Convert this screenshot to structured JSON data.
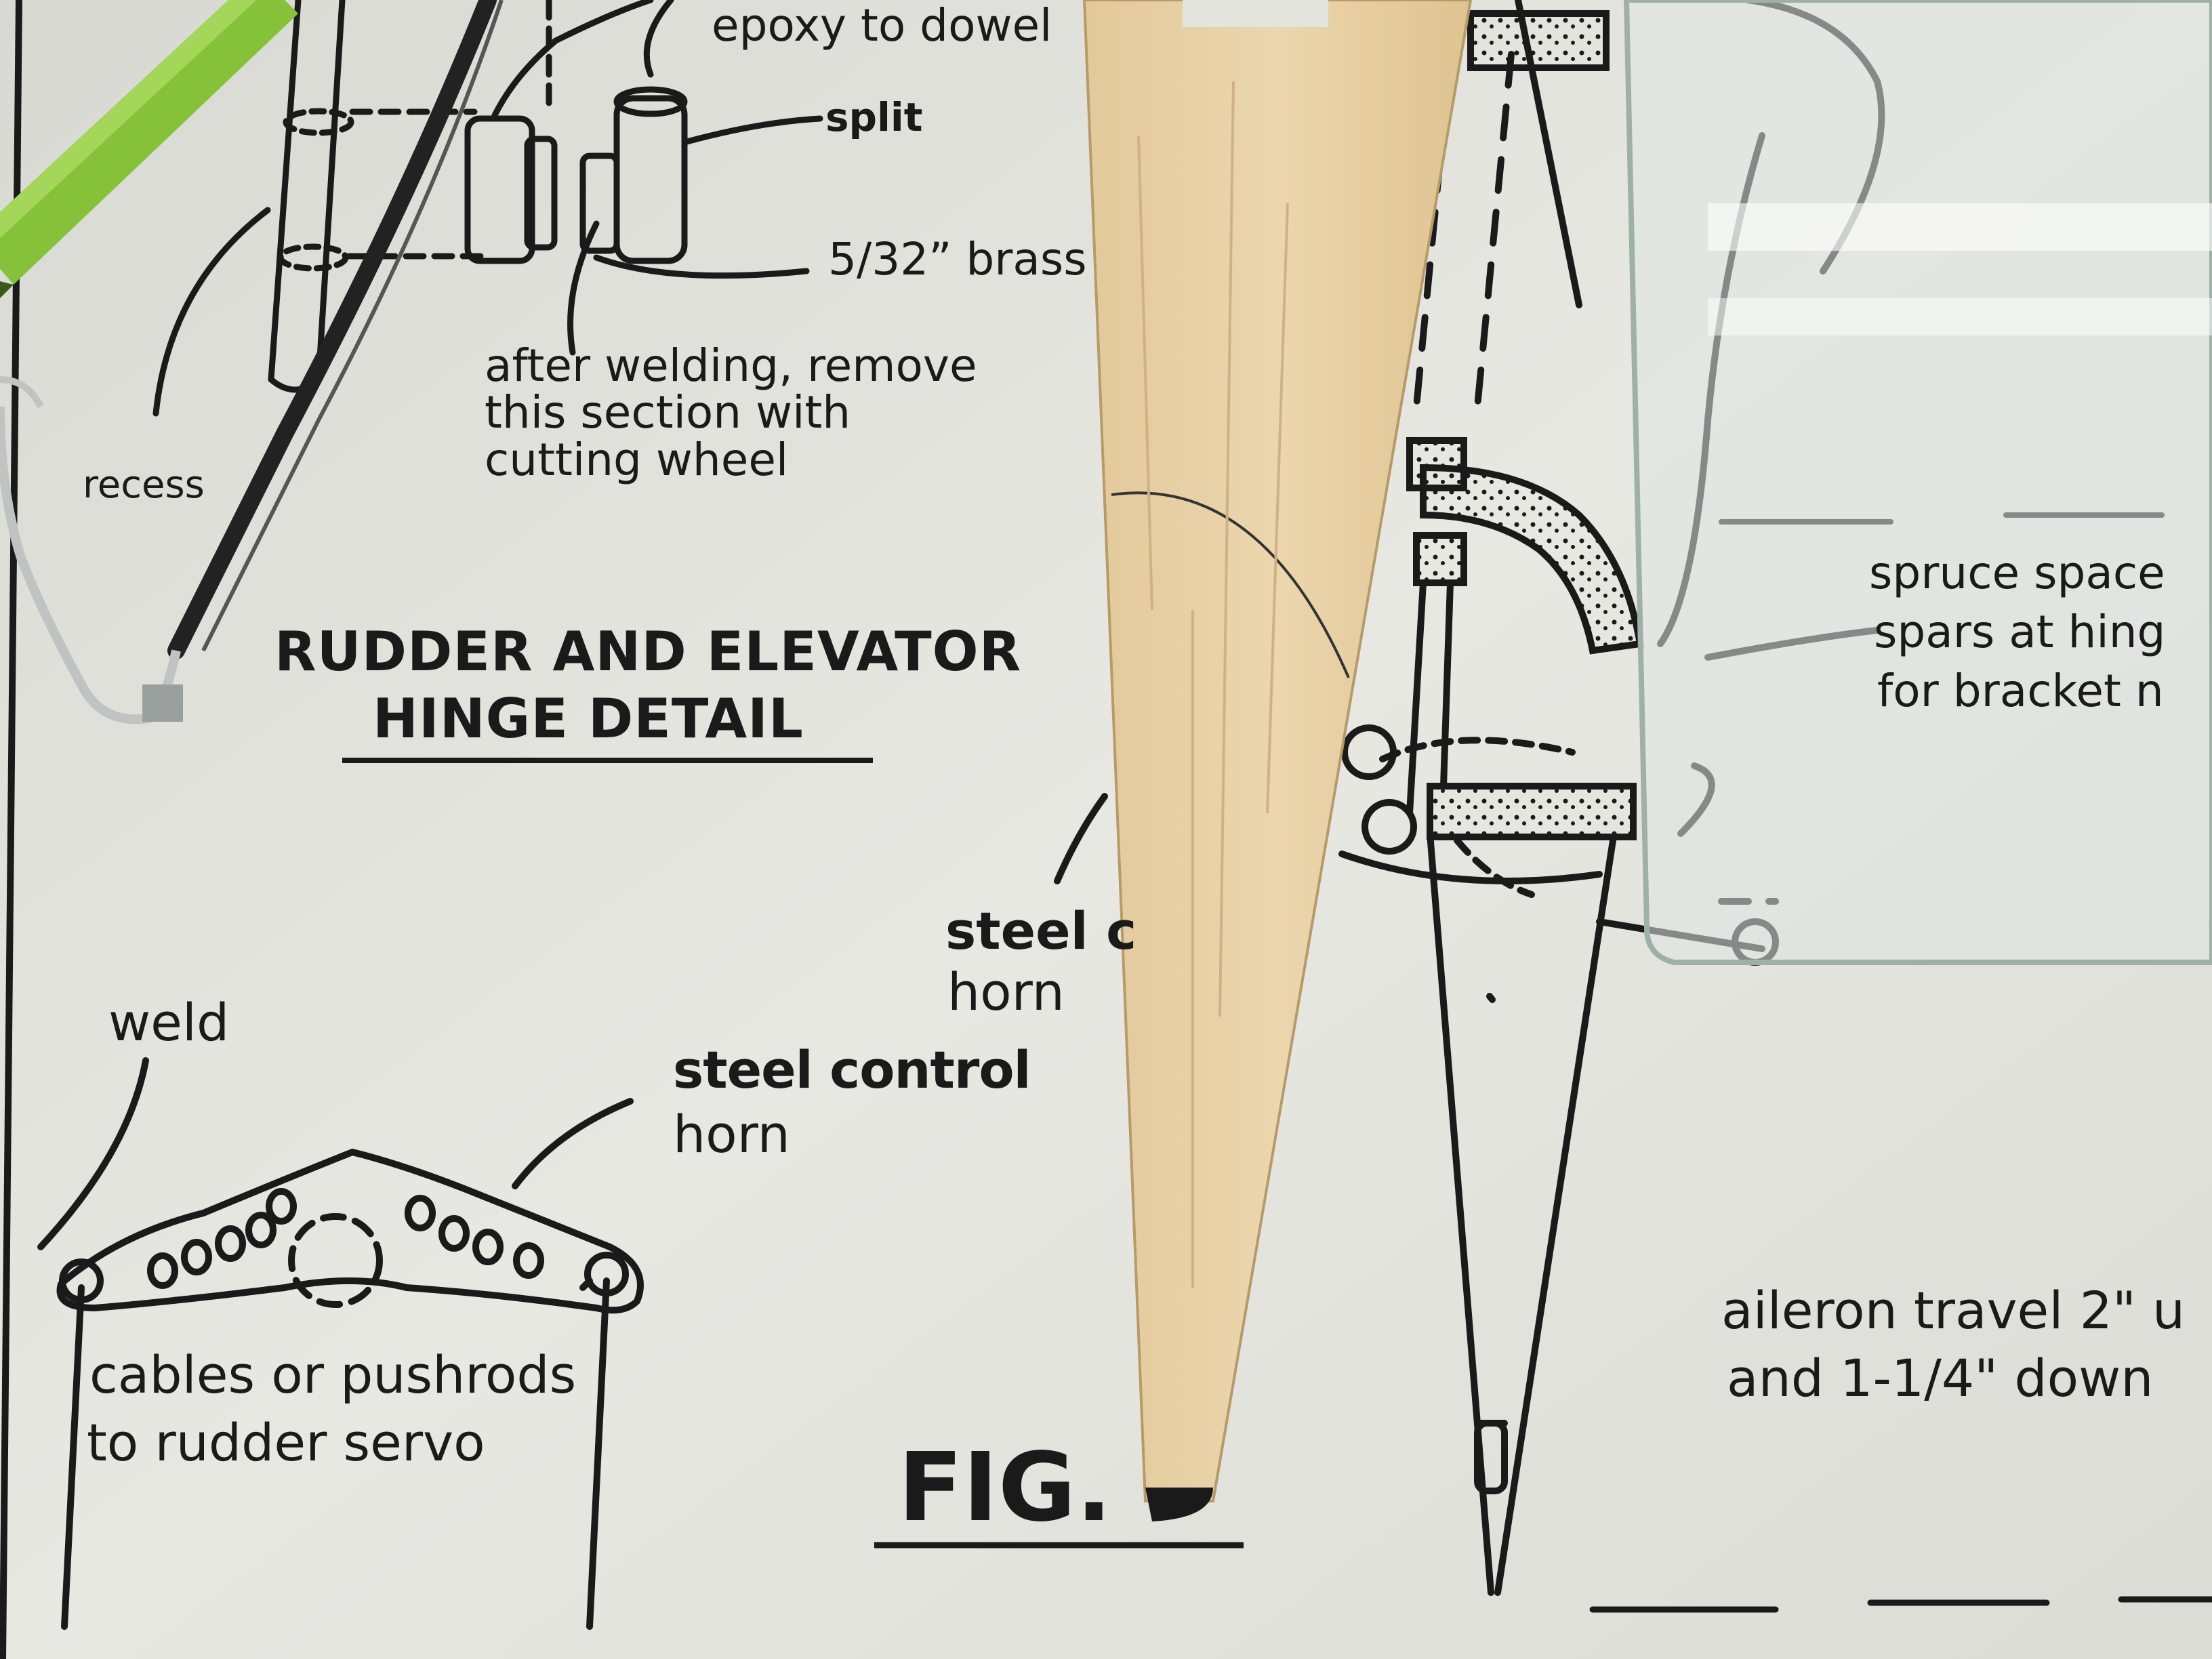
{
  "hinge_detail": {
    "top_label": "epoxy to dowel",
    "split": "split",
    "brass": "5/32” brass",
    "after_welding": [
      "after welding, remove",
      "this section with",
      "cutting wheel"
    ],
    "recess": "recess",
    "title": [
      "RUDDER AND ELEVATOR",
      "HINGE DETAIL"
    ]
  },
  "control_horn": {
    "weld": "weld",
    "horn_label": [
      "steel control",
      "horn"
    ],
    "cables": [
      "cables or pushrods",
      "to rudder servo"
    ],
    "partial_label": [
      "steel c",
      "horn"
    ]
  },
  "figure": {
    "label": "FIG."
  },
  "right_panel": {
    "spruce": [
      "spruce space",
      "spars at hing",
      "for bracket n"
    ],
    "aileron": [
      "aileron travel 2\" u",
      "and  1-1/4\" down"
    ]
  },
  "colors": {
    "paper": "#e4e4df",
    "ink": "#1a1a1a",
    "balsa": "#e6cfa6",
    "glass": "#dde3df",
    "pencil": "#86c13a",
    "glasses_frame": "#222222"
  }
}
